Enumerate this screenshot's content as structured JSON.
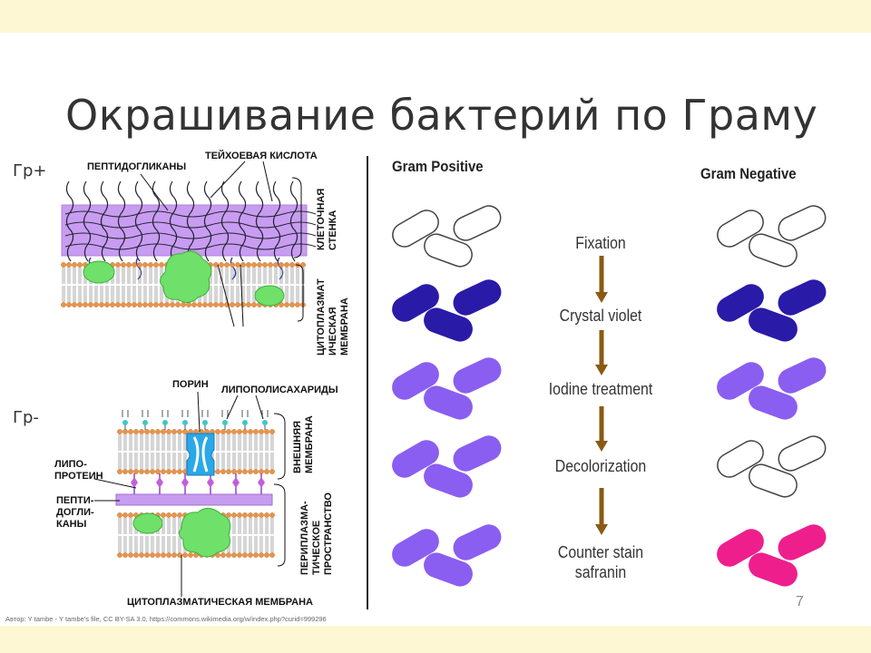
{
  "slide": {
    "title": "Окрашивание бактерий по Граму",
    "page_number": "7",
    "credit": "Автор: Y tambe - Y tambe's file, CC BY-SA 3.0, https://commons.wikimedia.org/w/index.php?curid=999296"
  },
  "gram_positive_diagram": {
    "group_label": "Гр+",
    "peptidoglycans": "ПЕПТИДОГЛИКАНЫ",
    "teichoic_acid": "ТЕЙХОЕВАЯ КИСЛОТА",
    "cell_wall": [
      "КЛЕТОЧНАЯ",
      "СТЕНКА"
    ],
    "cytoplasmic_membrane": [
      "ЦИТОПЛАЗМАТ",
      "ИЧЕСКАЯ",
      "МЕМБРАНА"
    ]
  },
  "gram_negative_diagram": {
    "group_label": "Гр-",
    "porin": "ПОРИН",
    "lipopolysaccharides": "ЛИПОПОЛИСАХАРИДЫ",
    "lipoprotein": [
      "ЛИПО-",
      "ПРОТЕИН"
    ],
    "peptidoglycans": [
      "ПЕПТИ-",
      "ДОГЛИ-",
      "КАНЫ"
    ],
    "outer_membrane": [
      "ВНЕШНЯЯ",
      "МЕМБРАНА"
    ],
    "periplasmic_space": [
      "ПЕРИПЛАЗМА-",
      "ТИЧЕСКОЕ",
      "ПРОСТРАНСТВО"
    ],
    "cytoplasmic_membrane": "ЦИТОПЛАЗМАТИЧЕСКАЯ МЕМБРАНА"
  },
  "staining": {
    "gram_positive_label": "Gram Positive",
    "gram_negative_label": "Gram Negative",
    "steps": [
      {
        "label": "Fixation",
        "positive_color": "#ffffff",
        "negative_color": "#ffffff"
      },
      {
        "label": "Crystal violet",
        "positive_color": "#2a1aa8",
        "negative_color": "#2a1aa8"
      },
      {
        "label": "Iodine treatment",
        "positive_color": "#8a5ef0",
        "negative_color": "#8a5ef0"
      },
      {
        "label": "Decolorization",
        "positive_color": "#8a5ef0",
        "negative_color": "#ffffff"
      },
      {
        "label": "Counter stain\nsafranin",
        "positive_color": "#8a5ef0",
        "negative_color": "#ee1f8c"
      }
    ],
    "arrow_color": "#8a5a14"
  }
}
